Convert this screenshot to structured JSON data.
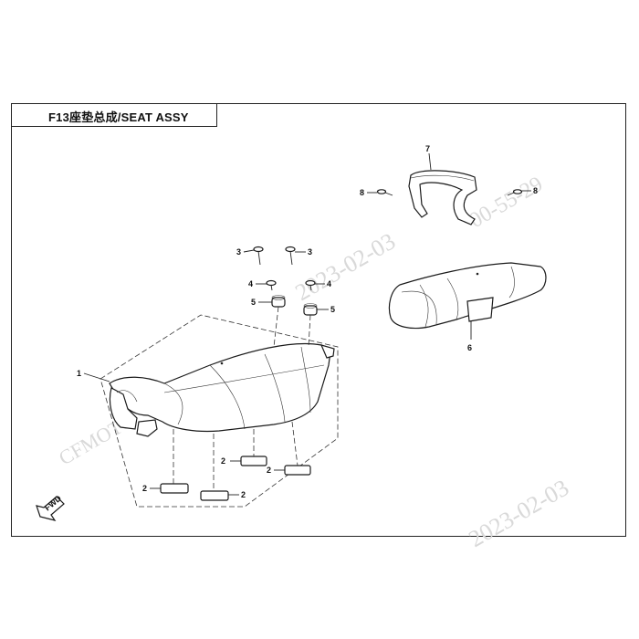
{
  "title": "F13座垫总成/SEAT ASSY",
  "fwd_label": "FWD",
  "watermark": {
    "date": "2023-02-03",
    "brand": "CFMOTO",
    "code_fragment": "00-55-29"
  },
  "callouts": [
    "1",
    "2",
    "2",
    "2",
    "2",
    "3",
    "3",
    "4",
    "4",
    "5",
    "5",
    "6",
    "7",
    "8",
    "8"
  ]
}
